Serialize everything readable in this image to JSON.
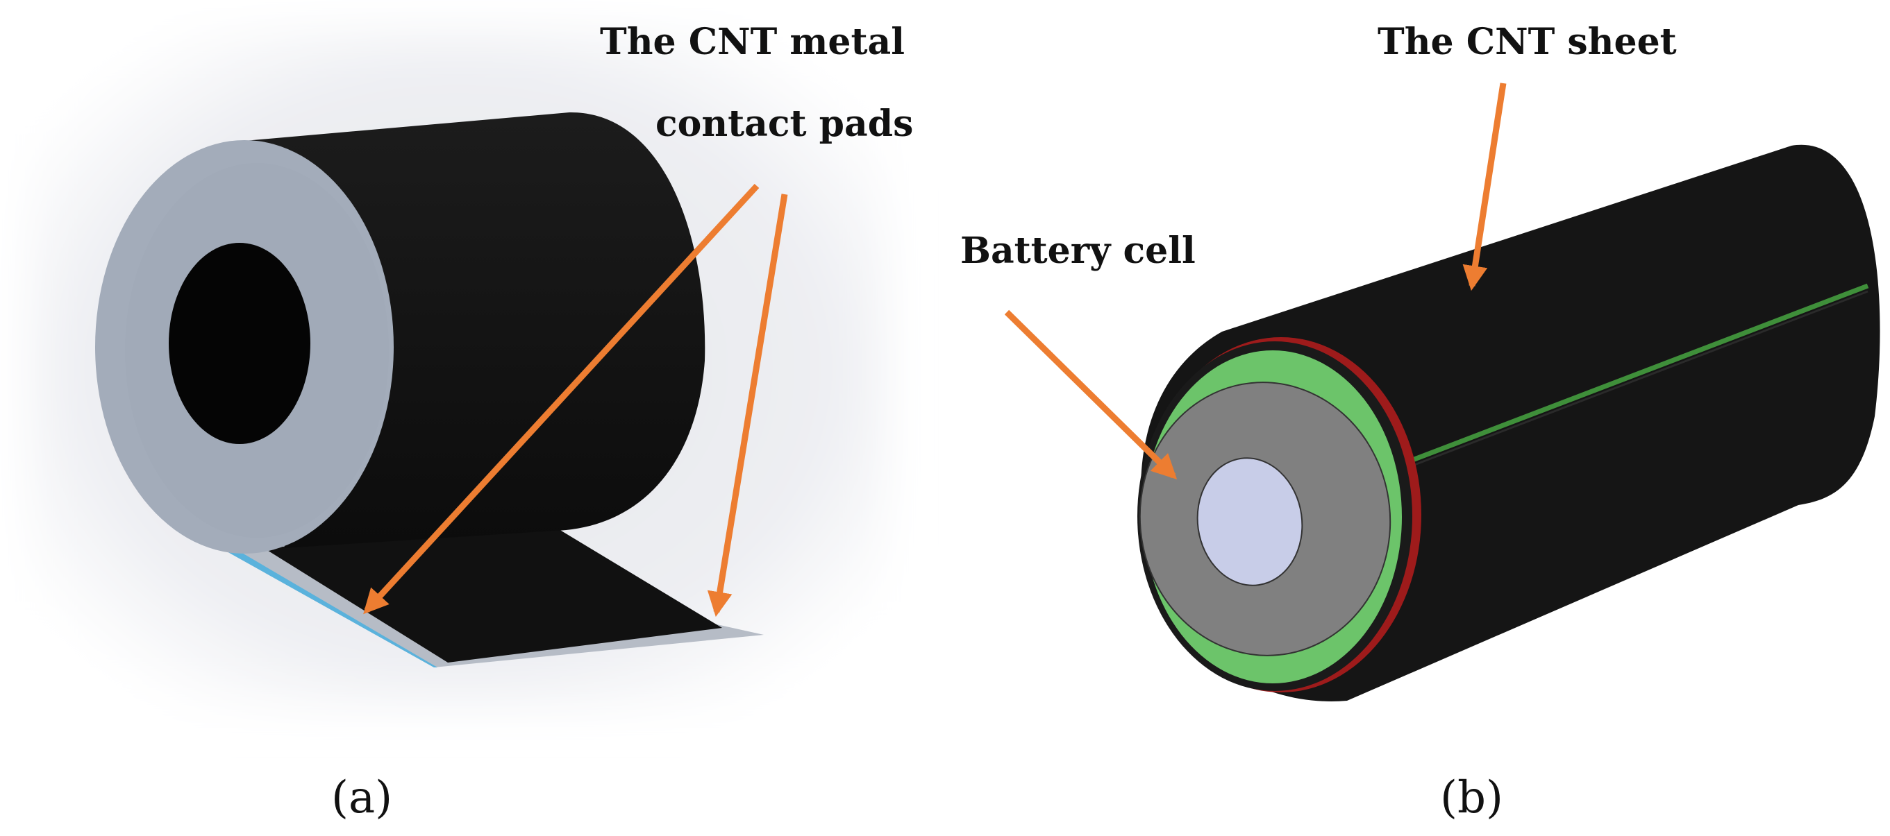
{
  "panel_a": {
    "label_line1": "The CNT metal",
    "label_line2": "contact pads",
    "caption": "(a)"
  },
  "panel_b": {
    "label_sheet": "The CNT sheet",
    "label_cell": "Battery cell",
    "caption": "(b)"
  },
  "colors": {
    "arrow": "#ed7d31",
    "cnt_black": "#121212",
    "roll_face": "#a3acba",
    "pad_edge": "#b6bcc6",
    "pad_blue": "#5ab2dc",
    "green_layer": "#6cc46a",
    "green_seam": "#3f8f3a",
    "grey_ring": "#808080",
    "core": "#c8cde8",
    "red_rim": "#9e1b1b",
    "background_glow": "#eceef2"
  }
}
